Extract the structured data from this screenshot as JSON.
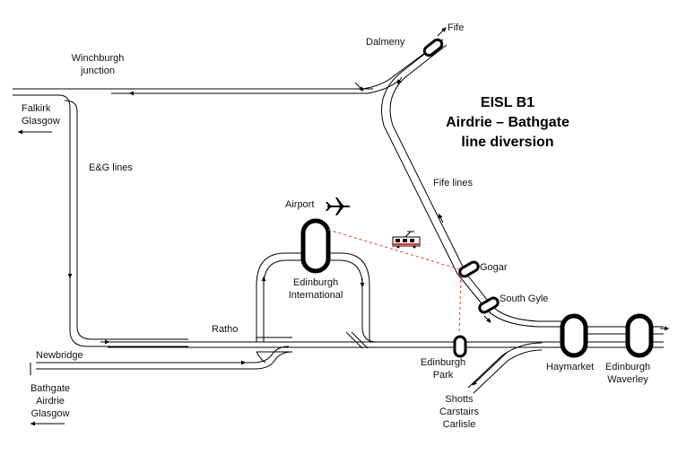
{
  "title": {
    "line1": "EISL B1",
    "line2": "Airdrie – Bathgate",
    "line3": "line diversion"
  },
  "labels": {
    "fife": "Fife",
    "dalmeny": "Dalmeny",
    "winchburgh": [
      "Winchburgh",
      "junction"
    ],
    "falkirk": [
      "Falkirk",
      "Glasgow"
    ],
    "eg_lines": "E&G lines",
    "fife_lines": "Fife lines",
    "airport": "Airport",
    "edinburgh_international": [
      "Edinburgh",
      "International"
    ],
    "gogar": "Gogar",
    "south_gyle": "South Gyle",
    "ratho": "Ratho",
    "newbridge": "Newbridge",
    "bathgate": [
      "Bathgate",
      "Airdrie",
      "Glasgow"
    ],
    "edinburgh_park": [
      "Edinburgh",
      "Park"
    ],
    "haymarket": "Haymarket",
    "waverley": [
      "Edinburgh",
      "Waverley"
    ],
    "shotts": [
      "Shotts",
      "Carstairs",
      "Carlisle"
    ]
  },
  "icons": {
    "airport": "airplane-icon",
    "tram": "tram-icon"
  },
  "colors": {
    "track": "#000000",
    "tram_link": "#e8392b"
  }
}
